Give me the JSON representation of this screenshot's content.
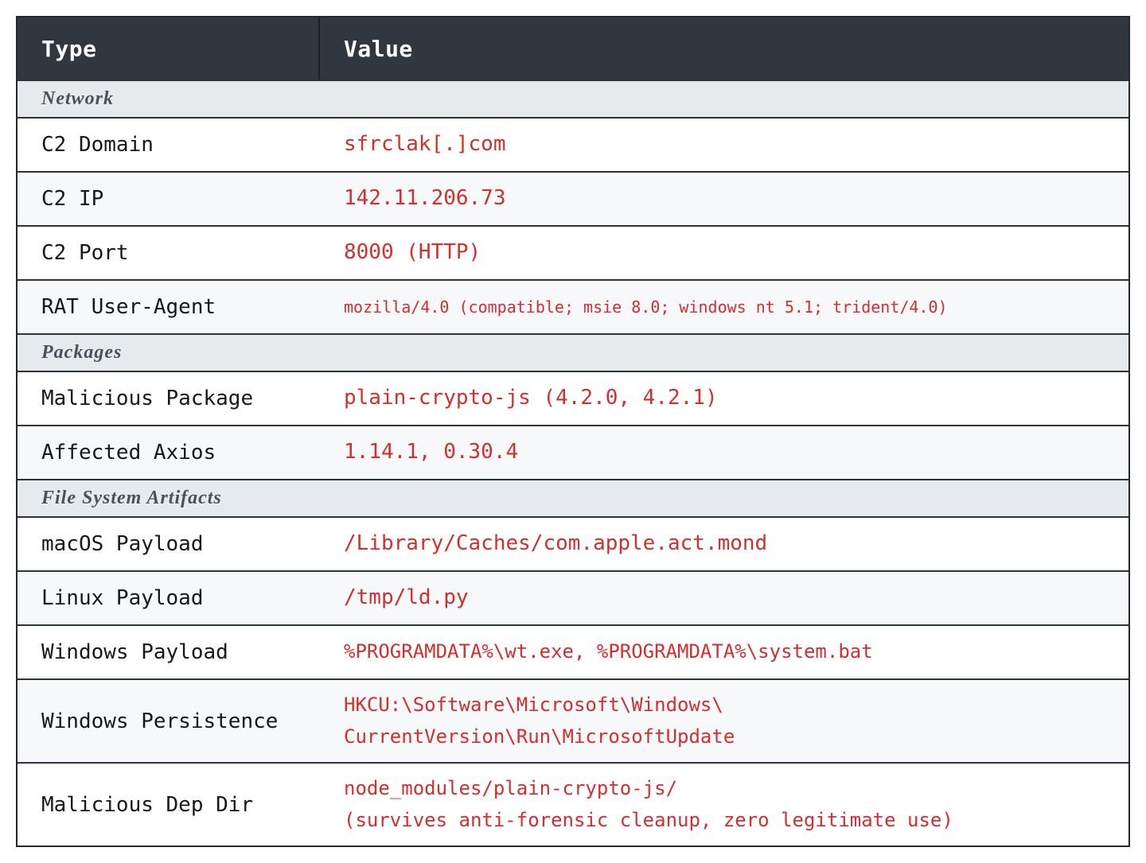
{
  "table": {
    "columns": [
      "Type",
      "Value"
    ],
    "sections": [
      {
        "title": "Network",
        "rows": [
          {
            "type": "C2 Domain",
            "value": "sfrclak[.]com"
          },
          {
            "type": "C2 IP",
            "value": "142.11.206.73"
          },
          {
            "type": "C2 Port",
            "value": "8000 (HTTP)"
          },
          {
            "type": "RAT User-Agent",
            "value": "mozilla/4.0 (compatible; msie 8.0; windows nt 5.1; trident/4.0)"
          }
        ]
      },
      {
        "title": "Packages",
        "rows": [
          {
            "type": "Malicious Package",
            "value": "plain-crypto-js (4.2.0, 4.2.1)"
          },
          {
            "type": "Affected Axios",
            "value": "1.14.1, 0.30.4"
          }
        ]
      },
      {
        "title": "File System Artifacts",
        "rows": [
          {
            "type": "macOS Payload",
            "value": "/Library/Caches/com.apple.act.mond"
          },
          {
            "type": "Linux Payload",
            "value": "/tmp/ld.py"
          },
          {
            "type": "Windows Payload",
            "value": "%PROGRAMDATA%\\wt.exe, %PROGRAMDATA%\\system.bat"
          },
          {
            "type": "Windows Persistence",
            "value": [
              "HKCU:\\Software\\Microsoft\\Windows\\",
              "CurrentVersion\\Run\\MicrosoftUpdate"
            ]
          },
          {
            "type": "Malicious Dep Dir",
            "value": [
              "node_modules/plain-crypto-js/",
              "(survives anti-forensic cleanup, zero legitimate use)"
            ]
          }
        ]
      }
    ],
    "colors": {
      "header_background": "#31373f",
      "header_text": "#ffffff",
      "section_background": "#e7eaec",
      "section_text": "#49515b",
      "row_background_alt": "#f6f8fa",
      "label_text": "#15181c",
      "value_text": "#d32f2f",
      "border": "#2d3339"
    }
  }
}
